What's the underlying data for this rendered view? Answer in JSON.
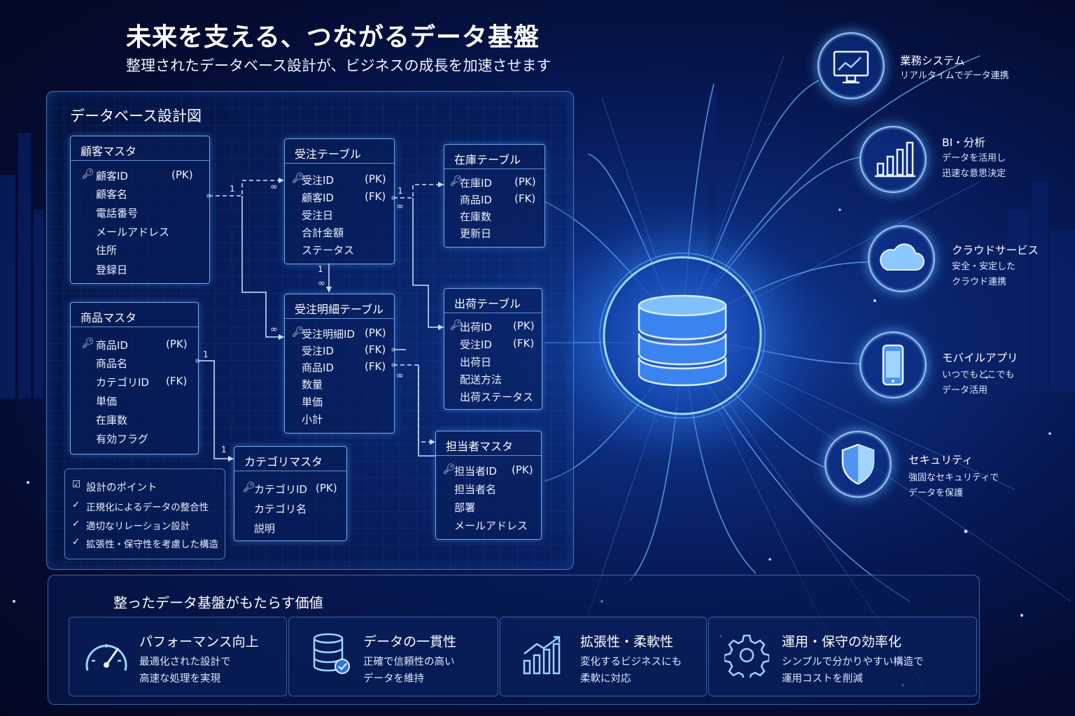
{
  "header": {
    "title": "未来を支える、つながるデータ基盤",
    "subtitle": "整理されたデータベース設計が、ビジネスの成長を加速させます"
  },
  "diagram": {
    "title": "データベース設計図",
    "tables": [
      {
        "name": "顧客マスタ",
        "fields": [
          {
            "name": "顧客ID",
            "tag": "(PK)",
            "key": true
          },
          {
            "name": "顧客名"
          },
          {
            "name": "電話番号"
          },
          {
            "name": "メールアドレス"
          },
          {
            "name": "住所"
          },
          {
            "name": "登録日"
          }
        ]
      },
      {
        "name": "商品マスタ",
        "fields": [
          {
            "name": "商品ID",
            "tag": "(PK)",
            "key": true
          },
          {
            "name": "商品名"
          },
          {
            "name": "カテゴリID",
            "tag": "(FK)"
          },
          {
            "name": "単価"
          },
          {
            "name": "在庫数"
          },
          {
            "name": "有効フラグ"
          }
        ]
      },
      {
        "name": "受注テーブル",
        "fields": [
          {
            "name": "受注ID",
            "tag": "(PK)",
            "key": true
          },
          {
            "name": "顧客ID",
            "tag": "(FK)"
          },
          {
            "name": "受注日"
          },
          {
            "name": "合計金額"
          },
          {
            "name": "ステータス"
          }
        ]
      },
      {
        "name": "受注明細テーブル",
        "fields": [
          {
            "name": "受注明細ID",
            "tag": "(PK)",
            "key": true
          },
          {
            "name": "受注ID",
            "tag": "(FK)"
          },
          {
            "name": "商品ID",
            "tag": "(FK)"
          },
          {
            "name": "数量"
          },
          {
            "name": "単価"
          },
          {
            "name": "小計"
          }
        ]
      },
      {
        "name": "在庫テーブル",
        "fields": [
          {
            "name": "在庫ID",
            "tag": "(PK)",
            "key": true
          },
          {
            "name": "商品ID",
            "tag": "(FK)"
          },
          {
            "name": "在庫数"
          },
          {
            "name": "更新日"
          }
        ]
      },
      {
        "name": "出荷テーブル",
        "fields": [
          {
            "name": "出荷ID",
            "tag": "(PK)",
            "key": true
          },
          {
            "name": "受注ID",
            "tag": "(FK)"
          },
          {
            "name": "出荷日"
          },
          {
            "name": "配送方法"
          },
          {
            "name": "出荷ステータス"
          }
        ]
      },
      {
        "name": "担当者マスタ",
        "fields": [
          {
            "name": "担当者ID",
            "tag": "(PK)",
            "key": true
          },
          {
            "name": "担当者名"
          },
          {
            "name": "部署"
          },
          {
            "name": "メールアドレス"
          }
        ]
      },
      {
        "name": "カテゴリマスタ",
        "fields": [
          {
            "name": "カテゴリID",
            "tag": "(PK)",
            "key": true
          },
          {
            "name": "カテゴリ名"
          },
          {
            "name": "説明"
          }
        ]
      }
    ],
    "cardinality": {
      "one": "1",
      "many": "∞"
    },
    "points": {
      "title": "設計のポイント",
      "items": [
        "正規化によるデータの整合性",
        "適切なリレーション設計",
        "拡張性・保守性を考慮した構造"
      ]
    }
  },
  "services": [
    {
      "title": "業務システム",
      "desc": [
        "リアルタイムでデータ連携"
      ],
      "icon": "monitor-chart-icon"
    },
    {
      "title": "BI・分析",
      "desc": [
        "データを活用し",
        "迅速な意思決定"
      ],
      "icon": "bar-chart-icon"
    },
    {
      "title": "クラウドサービス",
      "desc": [
        "安全・安定した",
        "クラウド連携"
      ],
      "icon": "cloud-icon"
    },
    {
      "title": "モバイルアプリ",
      "desc": [
        "いつでもどこでも",
        "データ活用"
      ],
      "icon": "smartphone-icon"
    },
    {
      "title": "セキュリティ",
      "desc": [
        "強固なセキュリティで",
        "データを保護"
      ],
      "icon": "shield-icon"
    }
  ],
  "value": {
    "title": "整ったデータ基盤がもたらす価値",
    "cards": [
      {
        "title": "パフォーマンス向上",
        "desc": [
          "最適化された設計で",
          "高速な処理を実現"
        ],
        "icon": "speedometer-icon"
      },
      {
        "title": "データの一貫性",
        "desc": [
          "正確で信頼性の高い",
          "データを維持"
        ],
        "icon": "database-check-icon"
      },
      {
        "title": "拡張性・柔軟性",
        "desc": [
          "変化するビジネスにも",
          "柔軟に対応"
        ],
        "icon": "growth-chart-icon"
      },
      {
        "title": "運用・保守の効率化",
        "desc": [
          "シンプルで分かりやすい構造で",
          "運用コストを削減"
        ],
        "icon": "gear-icon"
      }
    ]
  },
  "colors": {
    "accent": "#4fa8ff",
    "glow": "#7cc4ff",
    "background": "#061752"
  }
}
